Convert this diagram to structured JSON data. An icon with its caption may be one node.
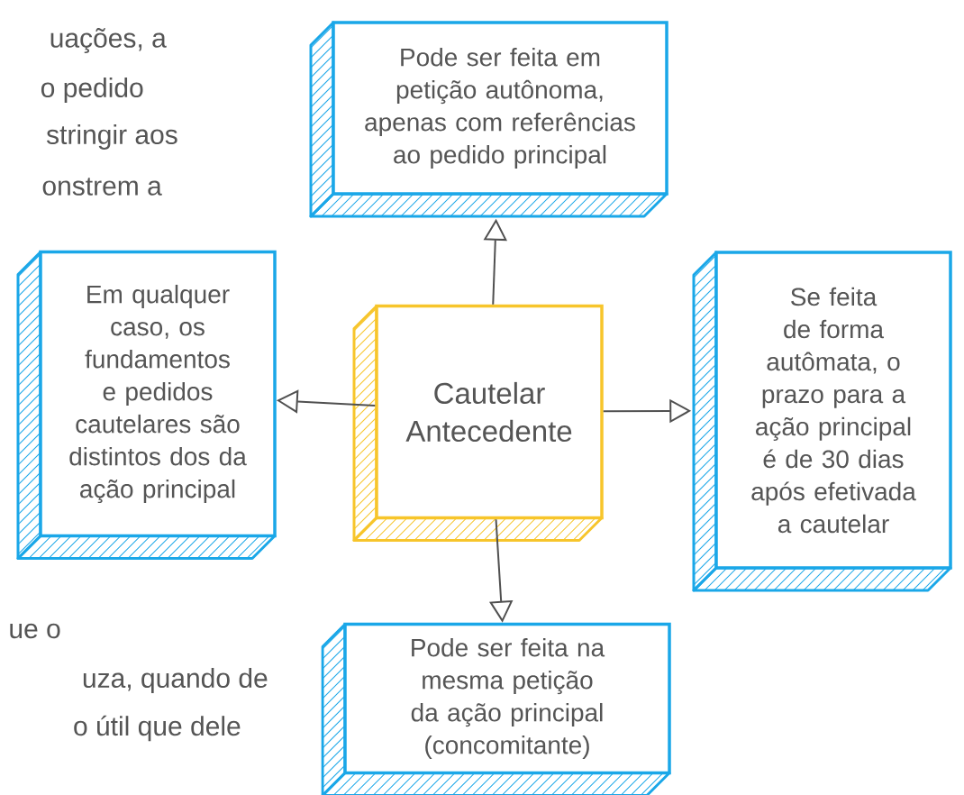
{
  "diagram": {
    "nodes": [
      {
        "text": [
          "Pode ser feita em petição autônoma, apenas com referências ao pedido principal"
        ]
      },
      {
        "text": [
          "Em qualquer caso, os fundamentos e pedidos cautelares são distintos dos da ação principal"
        ]
      },
      {
        "text": [
          "Cautelar Antecedente"
        ]
      },
      {
        "text": [
          "Se feita de forma autômata, o prazo para a ação principal é de 30 dias após efetivada a cautelar"
        ]
      },
      {
        "text": [
          "Pode ser feita na mesma petição da ação principal (concomitante)"
        ]
      }
    ],
    "edges": [
      {
        "from": 2,
        "to": 0,
        "arrow": "to"
      },
      {
        "from": 2,
        "to": 1,
        "arrow": "to"
      },
      {
        "from": 2,
        "to": 3,
        "arrow": "to"
      },
      {
        "from": 2,
        "to": 4,
        "arrow": "to"
      }
    ],
    "labels": [
      "uações, a",
      "o pedido",
      "stringir aos",
      "onstrem a",
      "ue o",
      "uza, quando de",
      "o útil que dele"
    ]
  }
}
